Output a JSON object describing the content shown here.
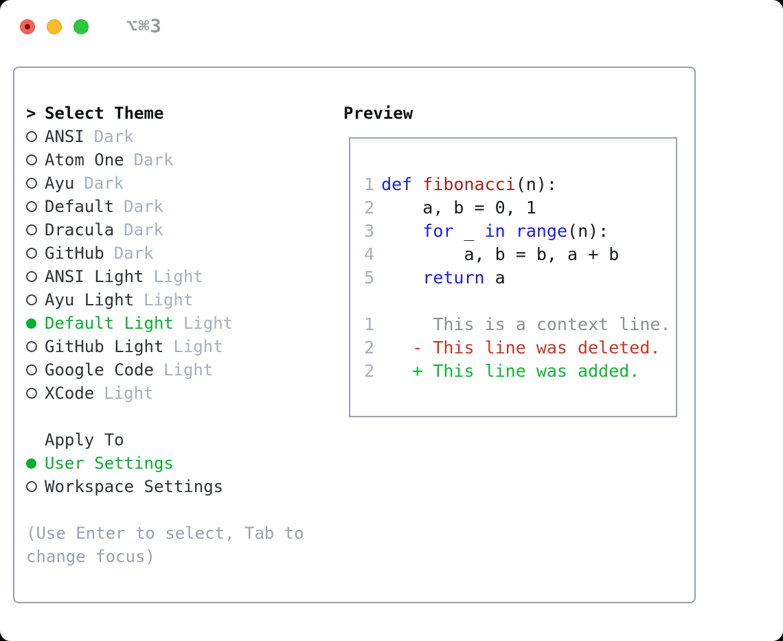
{
  "window": {
    "title": "⌥⌘3"
  },
  "colors": {
    "page_bg": "#000000",
    "window_bg": "#ffffff",
    "panel_border": "#9aa2ad",
    "tl_red": "#fe5f57",
    "tl_red_dot": "#7d0d04",
    "tl_yellow": "#febb2e",
    "tl_green": "#2bc840",
    "title_gray": "#97999b",
    "text_primary": "#0f1113",
    "item_text": "#2e3238",
    "muted": "#a8b0bc",
    "hint": "#9aa3af",
    "accent_green": "#0aae2e",
    "bullet_ring": "#40454d",
    "kw": "#1b1ce0",
    "fn": "#a62121",
    "code_text": "#17191c",
    "linenum": "#a8b0bc",
    "ctx": "#8d9095",
    "del": "#c53723",
    "add": "#0fb732"
  },
  "theme_panel": {
    "header": {
      "cursor": ">",
      "label": "Select Theme"
    },
    "themes": [
      {
        "name": "ANSI",
        "variant": "Dark",
        "selected": false
      },
      {
        "name": "Atom One",
        "variant": "Dark",
        "selected": false
      },
      {
        "name": "Ayu",
        "variant": "Dark",
        "selected": false
      },
      {
        "name": "Default",
        "variant": "Dark",
        "selected": false
      },
      {
        "name": "Dracula",
        "variant": "Dark",
        "selected": false
      },
      {
        "name": "GitHub",
        "variant": "Dark",
        "selected": false
      },
      {
        "name": "ANSI Light",
        "variant": "Light",
        "selected": false
      },
      {
        "name": "Ayu Light",
        "variant": "Light",
        "selected": false
      },
      {
        "name": "Default Light",
        "variant": "Light",
        "selected": true
      },
      {
        "name": "GitHub Light",
        "variant": "Light",
        "selected": false
      },
      {
        "name": "Google Code",
        "variant": "Light",
        "selected": false
      },
      {
        "name": "XCode",
        "variant": "Light",
        "selected": false
      }
    ],
    "apply_to": {
      "label": "Apply To",
      "options": [
        {
          "label": "User Settings",
          "selected": true
        },
        {
          "label": "Workspace Settings",
          "selected": false
        }
      ]
    },
    "hint_lines": [
      "(Use Enter to select, Tab to",
      "change focus)"
    ]
  },
  "preview": {
    "title": "Preview",
    "lines": [
      {
        "num": "",
        "segs": []
      },
      {
        "num": "1",
        "segs": [
          {
            "t": "def",
            "c": "kw"
          },
          {
            "t": " ",
            "c": "pl"
          },
          {
            "t": "fibonacci",
            "c": "fn"
          },
          {
            "t": "(n):",
            "c": "pl"
          }
        ]
      },
      {
        "num": "2",
        "segs": [
          {
            "t": "    a, b = 0, 1",
            "c": "pl"
          }
        ]
      },
      {
        "num": "3",
        "segs": [
          {
            "t": "    ",
            "c": "pl"
          },
          {
            "t": "for",
            "c": "kw"
          },
          {
            "t": " _ ",
            "c": "pl"
          },
          {
            "t": "in",
            "c": "kw"
          },
          {
            "t": " ",
            "c": "pl"
          },
          {
            "t": "range",
            "c": "kw"
          },
          {
            "t": "(n):",
            "c": "pl"
          }
        ]
      },
      {
        "num": "4",
        "segs": [
          {
            "t": "        a, b = b, a + b",
            "c": "pl"
          }
        ]
      },
      {
        "num": "5",
        "segs": [
          {
            "t": "    ",
            "c": "pl"
          },
          {
            "t": "return",
            "c": "kw"
          },
          {
            "t": " a",
            "c": "pl"
          }
        ]
      },
      {
        "num": "",
        "segs": []
      },
      {
        "num": "1",
        "segs": [
          {
            "t": "     This is a context line.",
            "c": "ctx"
          }
        ]
      },
      {
        "num": "2",
        "segs": [
          {
            "t": "   - This line was deleted.",
            "c": "del"
          }
        ]
      },
      {
        "num": "2",
        "segs": [
          {
            "t": "   + This line was added.",
            "c": "add"
          }
        ]
      }
    ]
  }
}
